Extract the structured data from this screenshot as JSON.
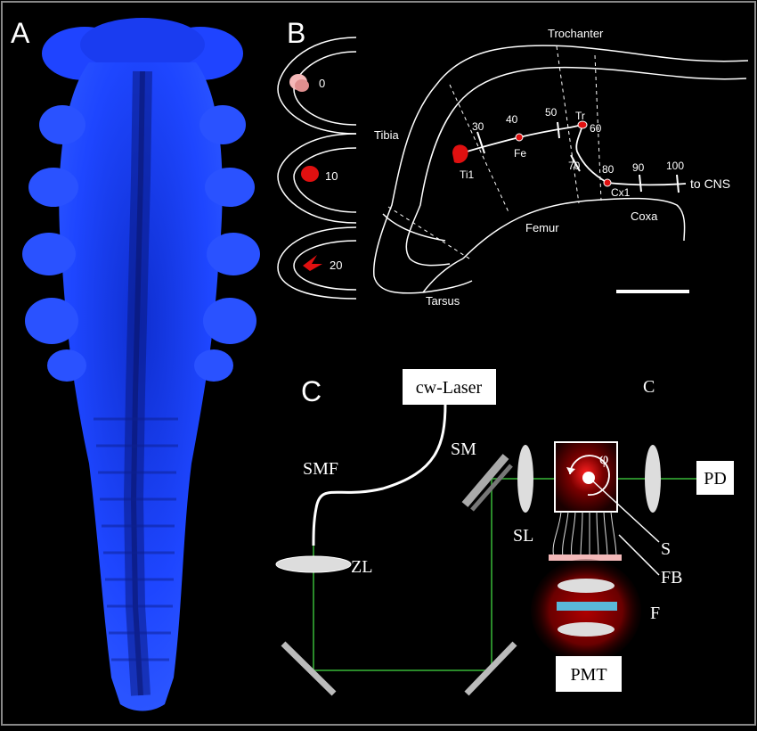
{
  "panels": {
    "a": {
      "letter": "A"
    },
    "b": {
      "letter": "B",
      "stage_labels": [
        "0",
        "10",
        "20"
      ],
      "segments": {
        "trochanter": "Trochanter",
        "tibia": "Tibia",
        "femur": "Femur",
        "coxa": "Coxa",
        "tarsus": "Tarsus"
      },
      "neurons": {
        "ti1": "Ti1",
        "fe": "Fe",
        "tr": "Tr",
        "cx1": "Cx1"
      },
      "path_marks": [
        "30",
        "40",
        "50",
        "60",
        "70",
        "80",
        "90",
        "100"
      ],
      "to_cns": "to CNS"
    },
    "c": {
      "letter": "C",
      "cw_laser": "cw-Laser",
      "smf": "SMF",
      "sm": "SM",
      "c": "C",
      "phi": "φ",
      "pd": "PD",
      "sl": "SL",
      "s": "S",
      "zl": "ZL",
      "fb": "FB",
      "f": "F",
      "pmt": "PMT"
    }
  },
  "colors": {
    "background": "#000000",
    "embryo_blue": "#1a3cff",
    "beam_green": "#2a8a2a",
    "neuron_red": "#e01010",
    "filter_cyan": "#5ab8d8",
    "glow_red": "#8a0000"
  }
}
